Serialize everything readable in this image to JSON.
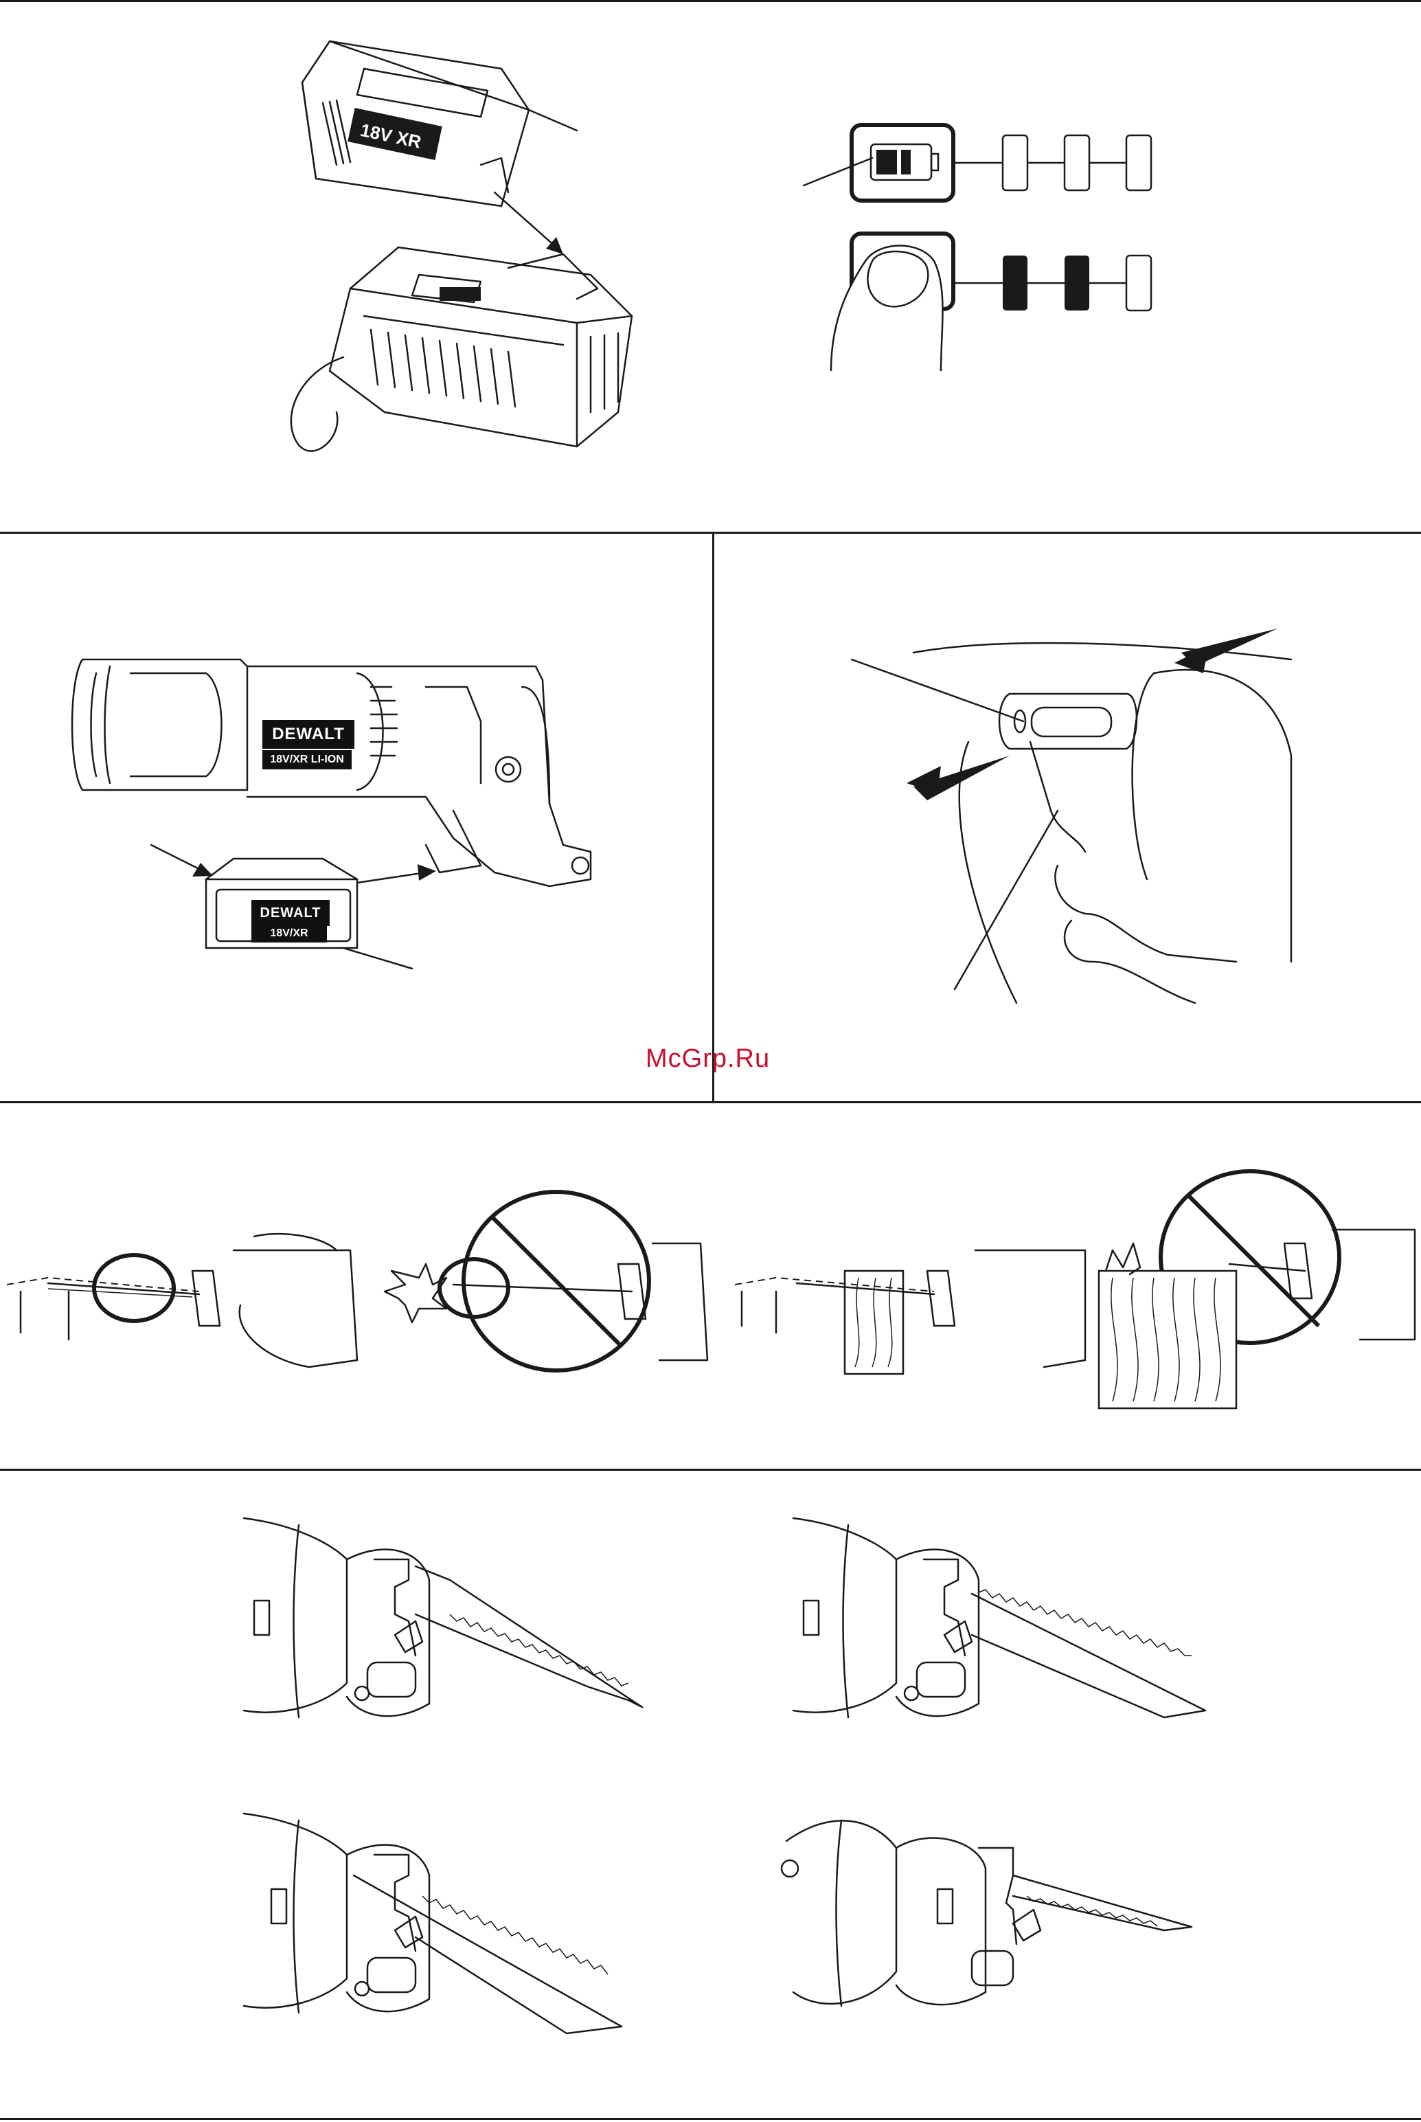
{
  "watermark": "McGrp.Ru",
  "battery_brand": "DEWALT",
  "saw_battery_label": "18V/XR LI-ION",
  "pack_label": "18V/XR",
  "colors": {
    "ink": "#1a1a1a",
    "watermark": "#c8102e",
    "paper": "#ffffff"
  },
  "fuel_gauge": {
    "row_1": {
      "filled_segments": 0,
      "total_segments": 3
    },
    "row_2": {
      "filled_segments": 2,
      "total_segments": 3
    }
  }
}
